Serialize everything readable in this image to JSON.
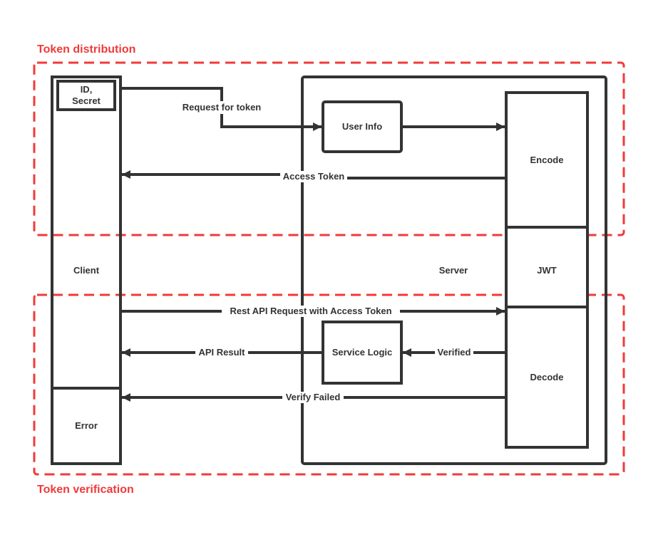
{
  "colors": {
    "stroke": "#333333",
    "zone": "#f03a3a",
    "background": "#ffffff"
  },
  "zones": {
    "distribution": "Token distribution",
    "verification": "Token verification"
  },
  "client": {
    "credentials_line1": "ID,",
    "credentials_line2": "Secret",
    "label": "Client",
    "error": "Error"
  },
  "server": {
    "label": "Server",
    "user_info": "User Info",
    "service_logic": "Service Logic"
  },
  "jwt": {
    "encode": "Encode",
    "label": "JWT",
    "decode": "Decode"
  },
  "flows": {
    "request_token": "Request for token",
    "access_token": "Access Token",
    "rest_request": "Rest API Request with Access Token",
    "verified": "Verified",
    "api_result": "API Result",
    "verify_failed": "Verify Failed"
  }
}
